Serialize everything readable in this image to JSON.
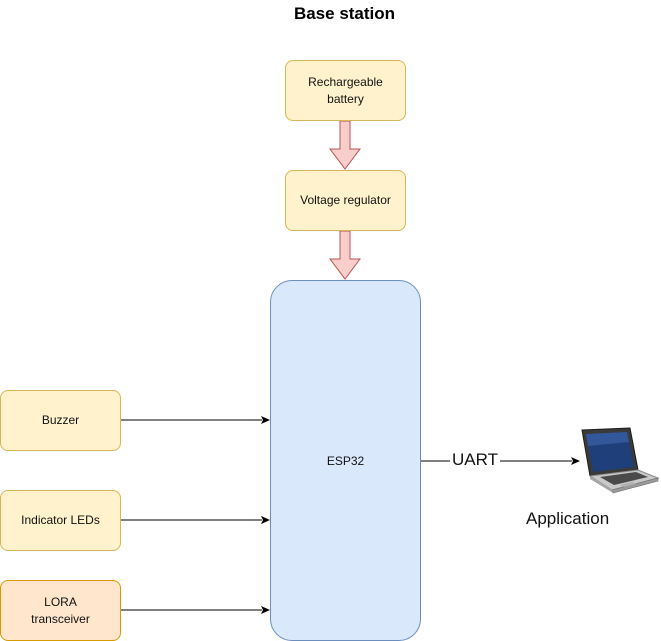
{
  "title": "Base station",
  "blocks": {
    "battery": "Rechargeable battery",
    "regulator": "Voltage regulator",
    "mcu": "ESP32",
    "buzzer": "Buzzer",
    "leds": "Indicator LEDs",
    "lora": "LORA transceiver"
  },
  "link": {
    "label": "UART"
  },
  "endpoint": {
    "label": "Application",
    "icon": "laptop-icon"
  },
  "colors": {
    "yellow_fill": "#fff2cc",
    "yellow_stroke": "#d6b656",
    "orange_fill": "#ffe6cc",
    "orange_stroke": "#d79b00",
    "blue_fill": "#dae8fc",
    "blue_stroke": "#6c8ebf",
    "power_arrow_fill": "#f8cecc",
    "power_arrow_stroke": "#b85450"
  }
}
